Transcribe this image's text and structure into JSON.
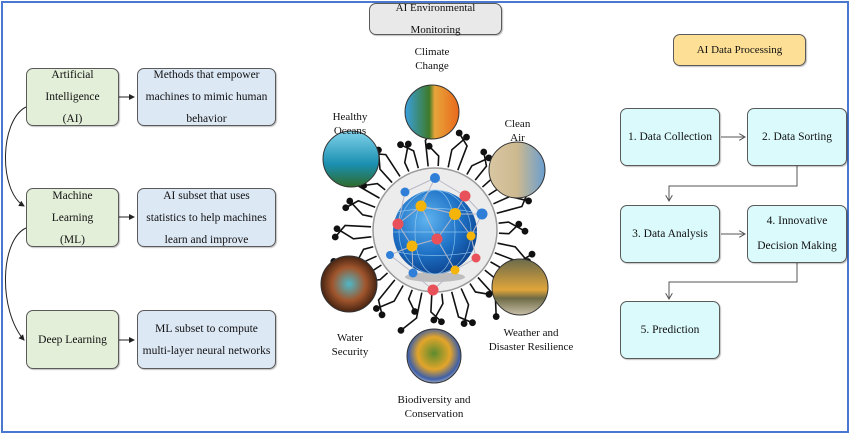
{
  "left_panel": {
    "concepts": [
      {
        "name": "Artificial Intelligence\n(AI)",
        "description": "Methods that empower machines to mimic human behavior"
      },
      {
        "name": "Machine Learning\n(ML)",
        "description": "AI subset that uses statistics to help machines learn and improve"
      },
      {
        "name": "Deep Learning",
        "description": "ML subset to compute multi-layer neural networks"
      }
    ]
  },
  "center_panel": {
    "title": "AI Environmental Monitoring",
    "hub_icon": "globe-network-icon",
    "topics": [
      {
        "label": "Climate\nChange",
        "icon": "climate-change-image"
      },
      {
        "label": "Healthy\nOceans",
        "icon": "ocean-image"
      },
      {
        "label": "Clean\nAir",
        "icon": "clean-air-image"
      },
      {
        "label": "Water\nSecurity",
        "icon": "water-drop-image"
      },
      {
        "label": "Weather and\nDisaster Resilience",
        "icon": "weather-image"
      },
      {
        "label": "Biodiversity and\nConservation",
        "icon": "biodiversity-image"
      }
    ]
  },
  "right_panel": {
    "title": "AI Data Processing",
    "steps": [
      "1. Data Collection",
      "2. Data Sorting",
      "3. Data Analysis",
      "4. Innovative Decision Making",
      "5. Prediction"
    ]
  },
  "colors": {
    "frame": "#4a78d0",
    "concept_box": "#e3efd9",
    "description_box": "#dde8f5",
    "step_box": "#dafafc",
    "center_title_box": "#e9e9e9",
    "right_title_box": "#fddf95"
  }
}
